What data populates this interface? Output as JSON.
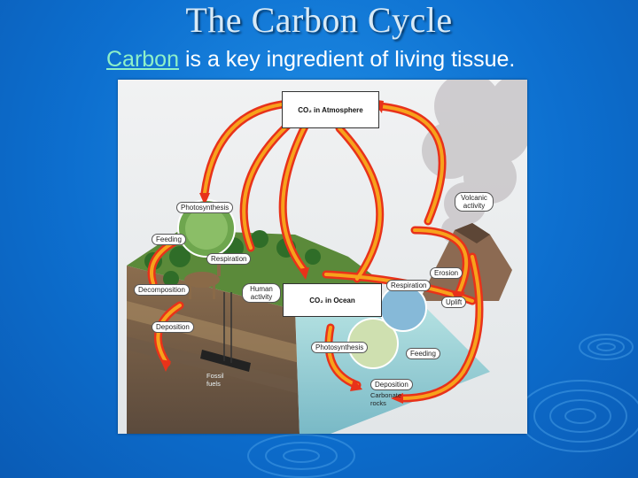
{
  "slide": {
    "title": "The Carbon Cycle",
    "subtitle_link": "Carbon",
    "subtitle_rest": " is a key ingredient of living tissue."
  },
  "diagram": {
    "atmosphere_box": "CO₂ in Atmosphere",
    "ocean_box": "CO₂ in Ocean",
    "labels": {
      "photosynthesis_land": "Photosynthesis",
      "feeding_land": "Feeding",
      "respiration_land": "Respiration",
      "decomposition": "Decomposition",
      "human_activity": "Human\nactivity",
      "deposition_land": "Deposition",
      "fossil_fuels": "Fossil\nfuels",
      "volcanic_activity": "Volcanic\nactivity",
      "erosion": "Erosion",
      "respiration_ocean": "Respiration",
      "uplift": "Uplift",
      "photosynthesis_ocean": "Photosynthesis",
      "feeding_ocean": "Feeding",
      "deposition_ocean": "Deposition",
      "carbonate_rocks": "Carbonate\nrocks"
    }
  },
  "colors": {
    "arrow_outer": "#e8321a",
    "arrow_inner": "#f7a21c",
    "land": "#5b8a3a",
    "ocean": "#9cd3d6",
    "background": "#0d6fcf",
    "link": "#8ef0c8"
  }
}
